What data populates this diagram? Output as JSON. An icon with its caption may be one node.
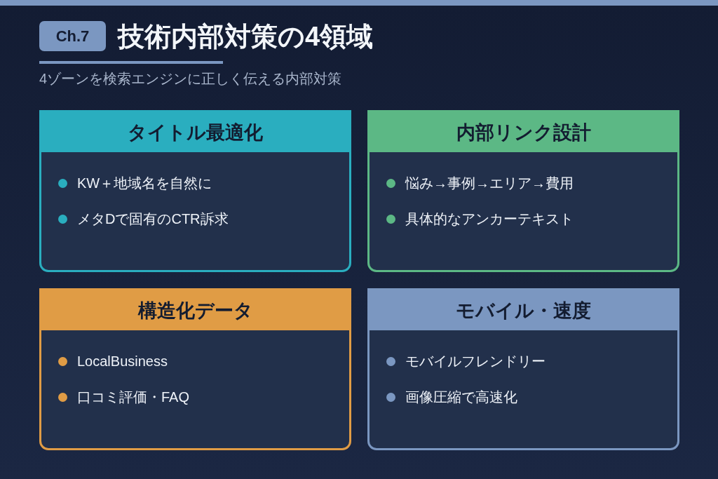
{
  "diagram": {
    "title": "技術内部対策の4領域",
    "nodes": [
      {
        "text": [
          "Ch.7"
        ]
      },
      {
        "text": [
          "タイトル最適化",
          "KW＋地域名を自然に",
          "メタDで固有のCTR訴求"
        ]
      },
      {
        "text": [
          "内部リンク設計",
          "悩み→事例→エリア→費用",
          "具体的なアンカーテキスト"
        ]
      },
      {
        "text": [
          "構造化データ",
          "LocalBusiness",
          "口コミ評価・FAQ"
        ]
      },
      {
        "text": [
          "モバイル・速度",
          "モバイルフレンドリー",
          "画像圧縮で高速化"
        ]
      }
    ],
    "labels": [
      "4ゾーンを検索エンジンに正しく伝える内部対策"
    ]
  }
}
